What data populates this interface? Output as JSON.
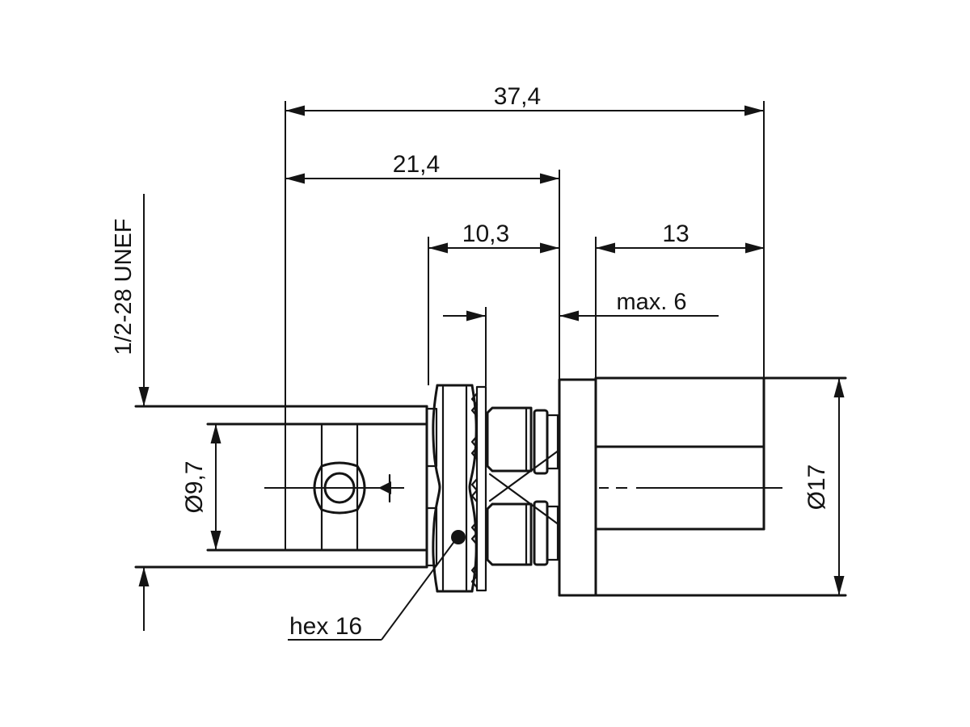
{
  "drawing": {
    "type": "technical-dimension-drawing",
    "subject": "coaxial bulkhead connector side view",
    "colors": {
      "line": "#141414",
      "background": "#ffffff"
    },
    "dimensions": {
      "overall_length": "37,4",
      "front_length": "21,4",
      "hex_section_length": "10,3",
      "rear_length": "13",
      "panel_thickness": "max. 6",
      "front_diameter": "Ø9,7",
      "rear_diameter": "Ø17",
      "thread_callout": "1/2-28 UNEF",
      "hex_callout": "hex 16"
    }
  }
}
